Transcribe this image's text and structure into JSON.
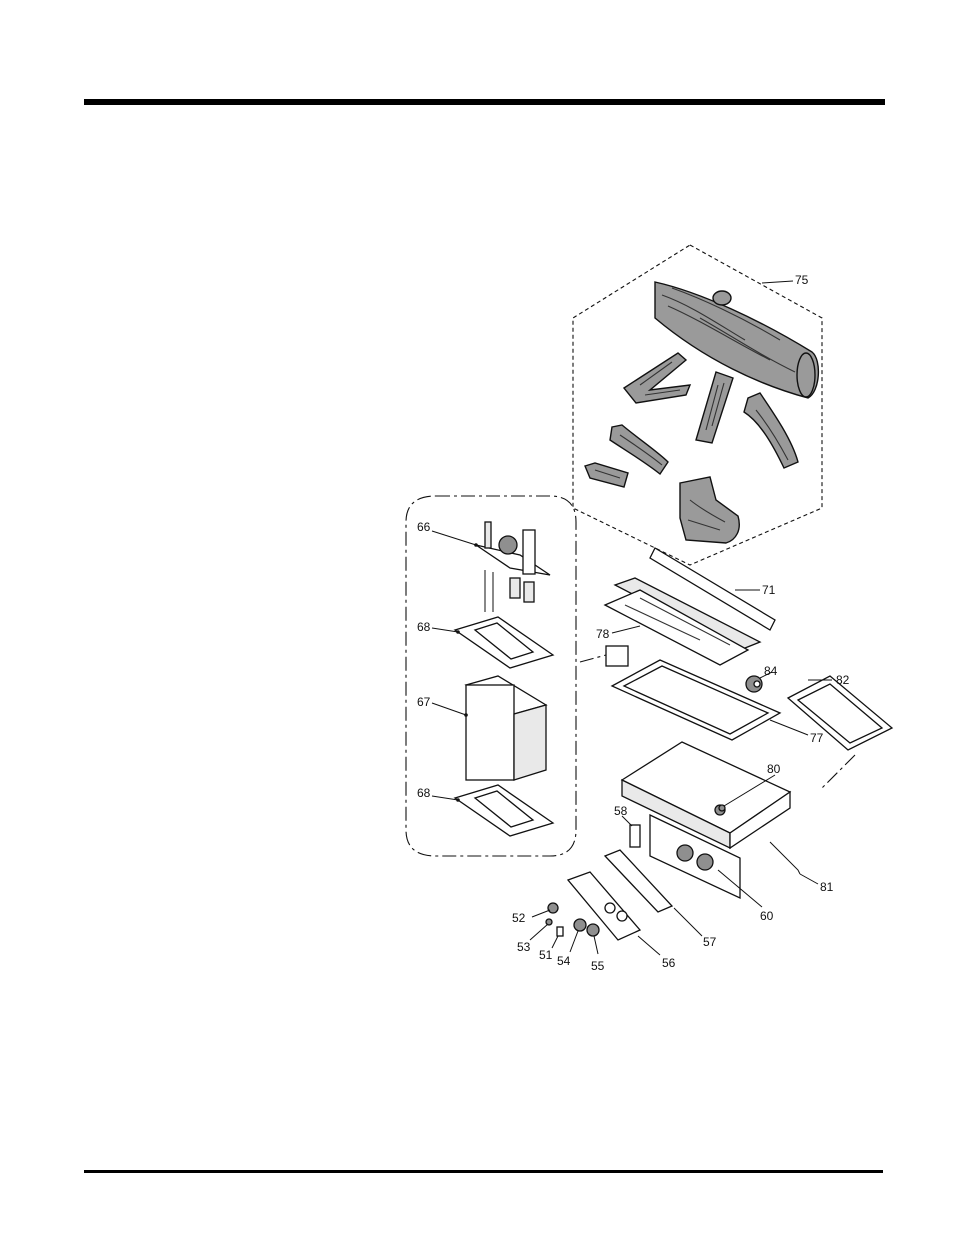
{
  "diagram": {
    "callouts": {
      "c75": "75",
      "c66": "66",
      "c71": "71",
      "c68a": "68",
      "c78": "78",
      "c84": "84",
      "c82": "82",
      "c67": "67",
      "c77": "77",
      "c80": "80",
      "c68b": "68",
      "c58": "58",
      "c81": "81",
      "c60": "60",
      "c52": "52",
      "c57": "57",
      "c53": "53",
      "c51": "51",
      "c54": "54",
      "c55": "55",
      "c56": "56"
    }
  }
}
